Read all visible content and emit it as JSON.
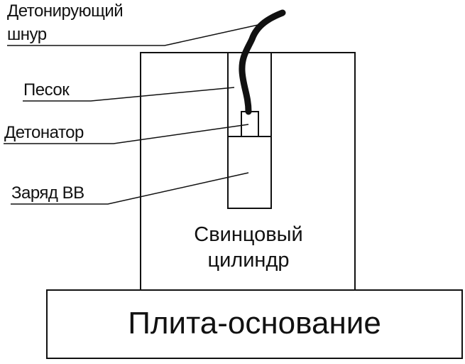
{
  "labels": {
    "cord_line1": "Детонирующий",
    "cord_line2": "шнур",
    "sand": "Песок",
    "detonator": "Детонатор",
    "charge": "Заряд ВВ",
    "cylinder_line1": "Свинцовый",
    "cylinder_line2": "цилиндр",
    "base": "Плита-основание"
  }
}
